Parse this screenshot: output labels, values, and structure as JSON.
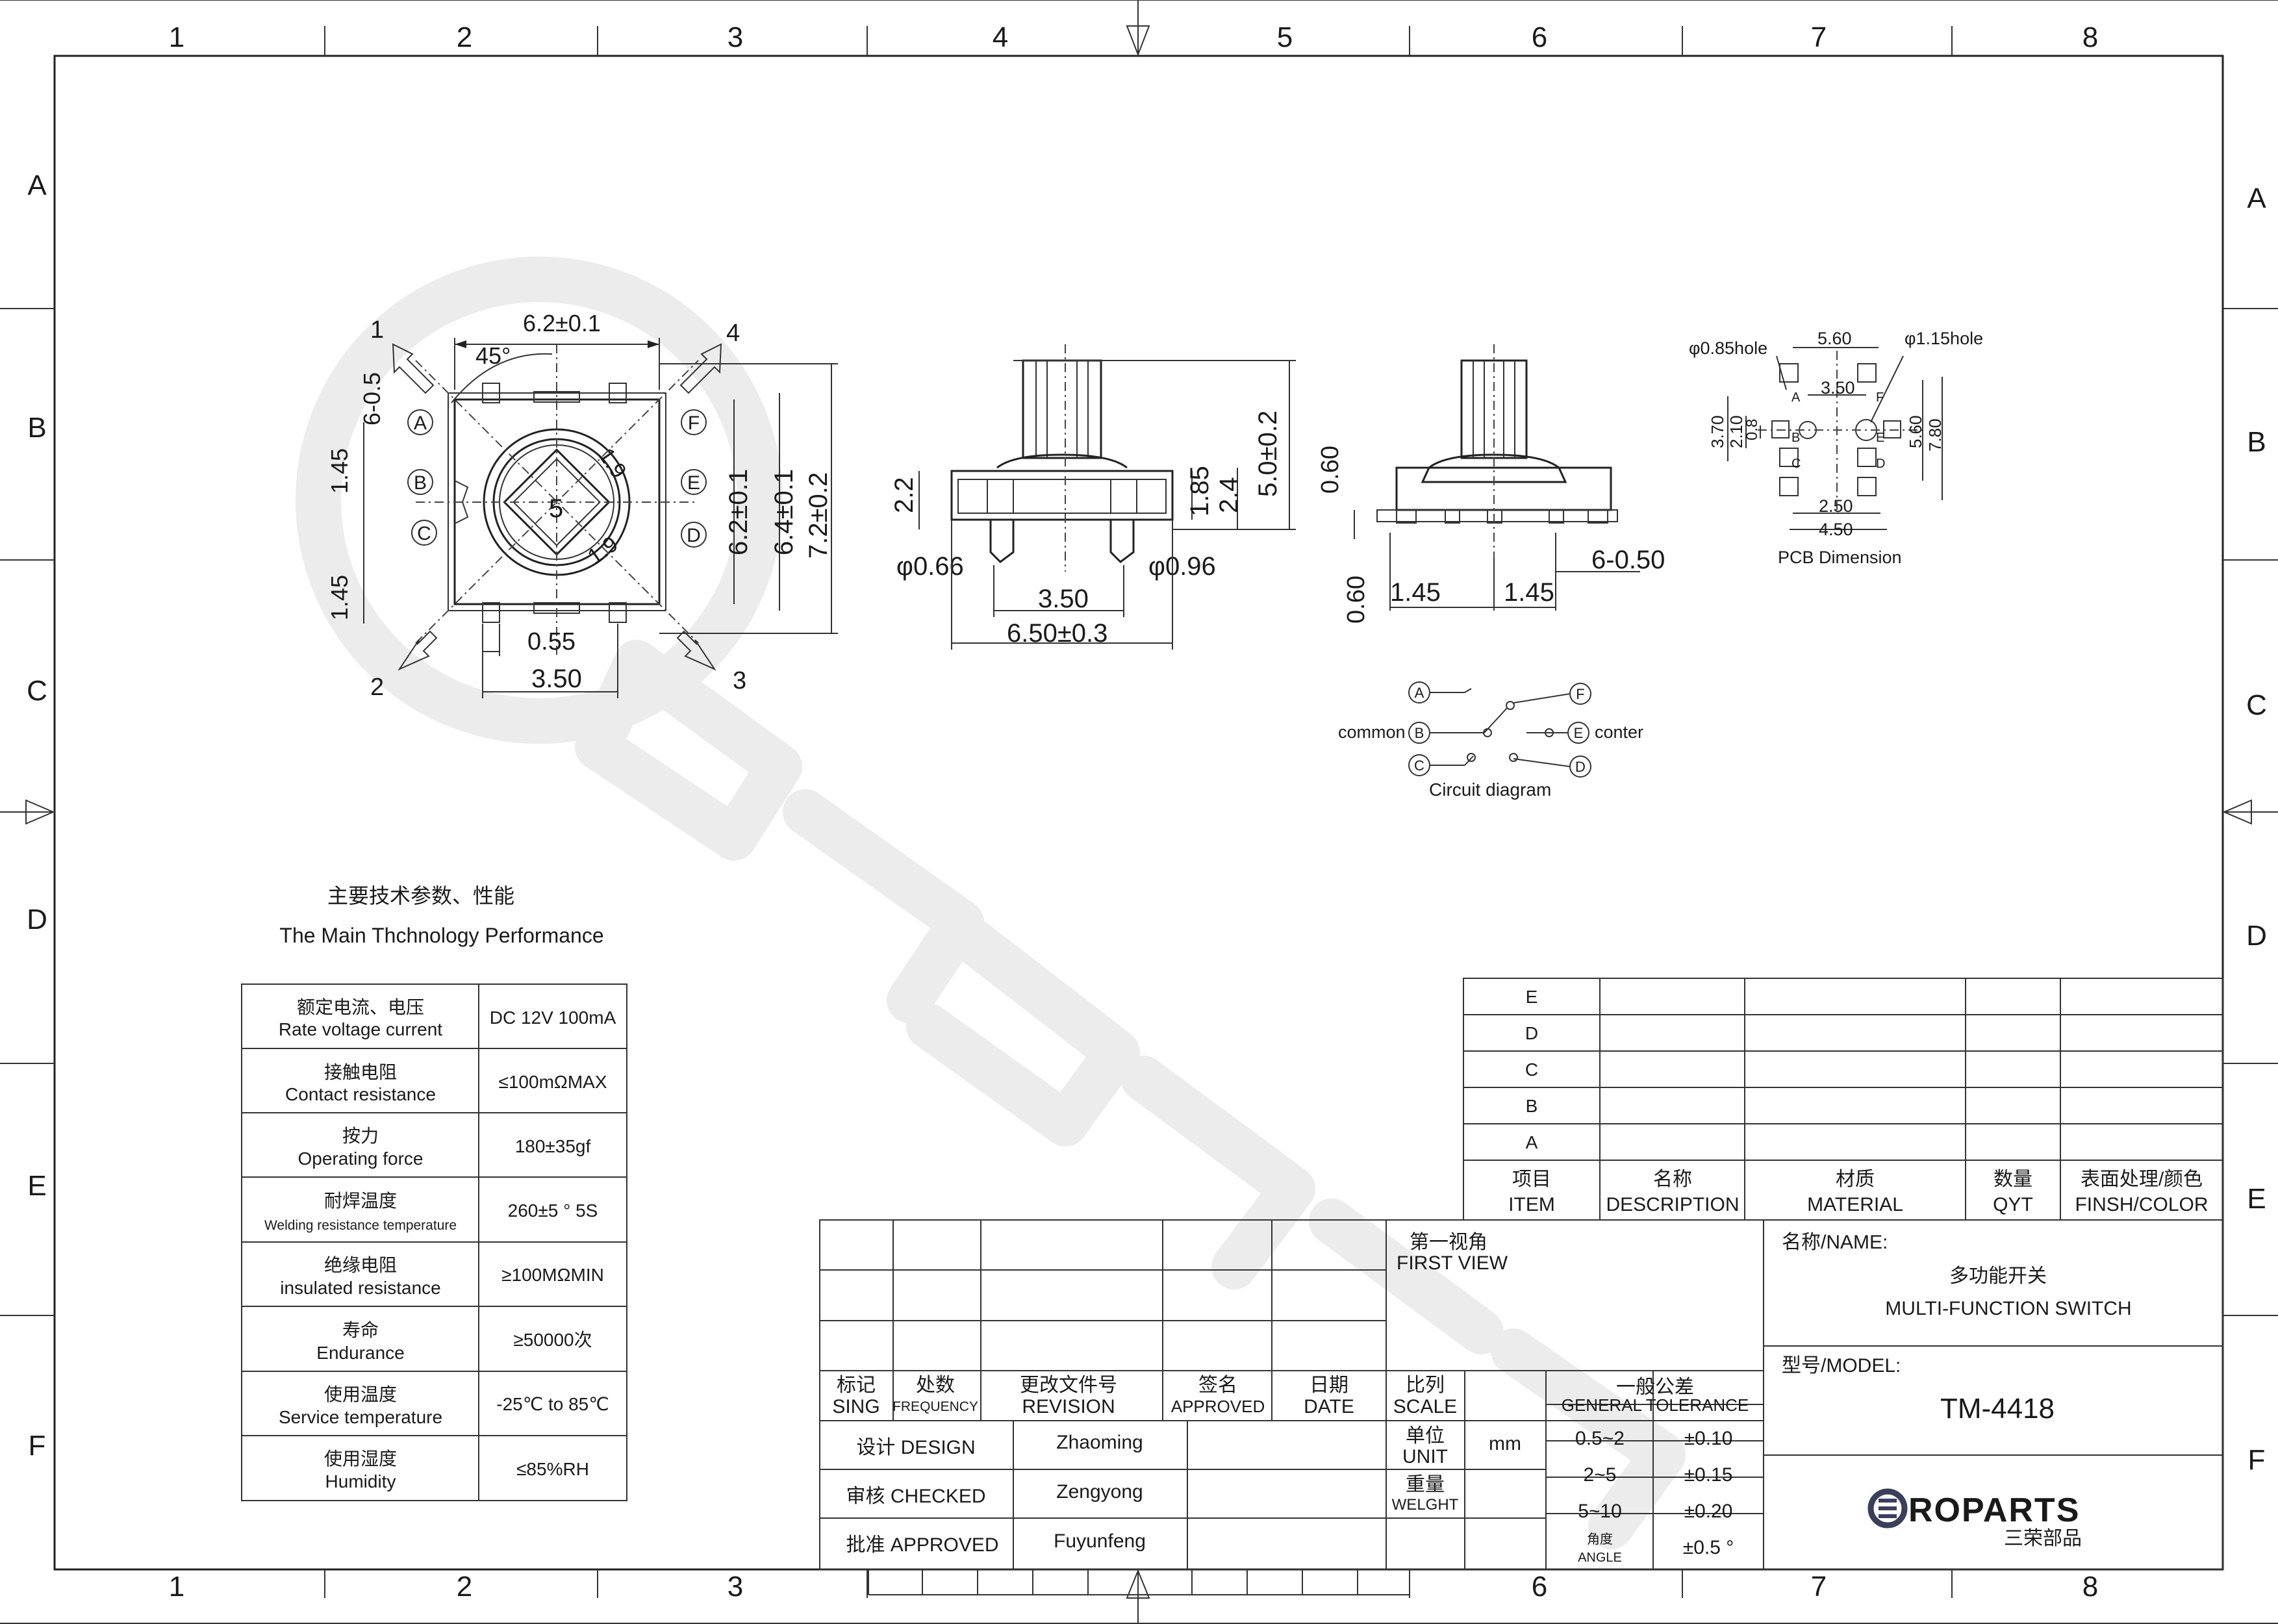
{
  "frame": {
    "col_labels": [
      "1",
      "2",
      "3",
      "4",
      "5",
      "6",
      "7",
      "8"
    ],
    "row_labels": [
      "A",
      "B",
      "C",
      "D",
      "E",
      "F"
    ]
  },
  "top_view": {
    "width_dim": "6.2±0.1",
    "angle": "45°",
    "height_a": "6-0.5",
    "h1": "1.45",
    "h2": "1.45",
    "diag1": "1.9",
    "diag2": "1.9",
    "center_label": "5",
    "right_dims": [
      "6.2±0.1",
      "6.4±0.1",
      "7.2±0.2"
    ],
    "bottom_dims": [
      "0.55",
      "3.50"
    ],
    "corner_labels": [
      "1",
      "2",
      "3",
      "4"
    ],
    "pin_labels": [
      "A",
      "B",
      "C",
      "D",
      "E",
      "F"
    ]
  },
  "side_view_1": {
    "left_dim": "2.2",
    "right_dims": [
      "1.85",
      "2.4",
      "5.0±0.2"
    ],
    "phi_left": "φ0.66",
    "phi_right": "φ0.96",
    "bottom_dims": [
      "3.50",
      "6.50±0.3"
    ]
  },
  "side_view_2": {
    "top_dim": "0.60",
    "bottom_dim": "0.60",
    "dims": [
      "1.45",
      "1.45",
      "6-0.50"
    ]
  },
  "pcb": {
    "hole_left": "φ0.85hole",
    "hole_right": "φ1.15hole",
    "top_dims": [
      "5.60",
      "3.50"
    ],
    "left_dims": [
      "3.70",
      "2.10",
      "0.8"
    ],
    "right_dims": [
      "5.60",
      "7.80"
    ],
    "bottom_dims": [
      "2.50",
      "4.50"
    ],
    "pins": [
      "A",
      "B",
      "C",
      "F",
      "E",
      "D"
    ],
    "caption": "PCB Dimension"
  },
  "circuit": {
    "common": "common",
    "conter": "conter",
    "caption": "Circuit diagram",
    "nodes": [
      "A",
      "B",
      "C",
      "F",
      "E",
      "D"
    ]
  },
  "specs": {
    "title_cn": "主要技术参数、性能",
    "title_en": "The Main Thchnology Performance",
    "rows": [
      {
        "cn": "额定电流、电压",
        "en": "Rate voltage current",
        "val": "DC 12V 100mA"
      },
      {
        "cn": "接触电阻",
        "en": "Contact resistance",
        "val": "≤100mΩMAX"
      },
      {
        "cn": "按力",
        "en": "Operating  force",
        "val": "180±35gf"
      },
      {
        "cn": "耐焊温度",
        "en": "Welding resistance temperature",
        "val": "260±5 ° 5S"
      },
      {
        "cn": "绝缘电阻",
        "en": "insulated resistance",
        "val": "≥100MΩMIN"
      },
      {
        "cn": "寿命",
        "en": "Endurance",
        "val": "≥50000次"
      },
      {
        "cn": "使用温度",
        "en": "Service temperature",
        "val": "-25℃ to 85℃"
      },
      {
        "cn": "使用湿度",
        "en": "Humidity",
        "val": "≤85%RH"
      }
    ]
  },
  "bom": {
    "rows": [
      "E",
      "D",
      "C",
      "B",
      "A"
    ],
    "headers": [
      {
        "cn": "项目",
        "en": "ITEM"
      },
      {
        "cn": "名称",
        "en": "DESCRIPTION"
      },
      {
        "cn": "材质",
        "en": "MATERIAL"
      },
      {
        "cn": "数量",
        "en": "QYT"
      },
      {
        "cn": "表面处理/颜色",
        "en": "FINSH/COLOR"
      }
    ]
  },
  "title_block": {
    "first_view_cn": "第一视角",
    "first_view_en": "FIRST VIEW",
    "name_label": "名称/NAME:",
    "name_cn": "多功能开关",
    "name_en": "MULTI-FUNCTION SWITCH",
    "model_label": "型号/MODEL:",
    "model": "TM-4418",
    "rev_headers": [
      {
        "cn": "标记",
        "en": "SING"
      },
      {
        "cn": "处数",
        "en": "FREQUENCY"
      },
      {
        "cn": "更改文件号",
        "en": "REVISION"
      },
      {
        "cn": "签名",
        "en": "APPROVED"
      },
      {
        "cn": "日期",
        "en": "DATE"
      }
    ],
    "scale_cn": "比列",
    "scale_en": "SCALE",
    "tol_cn": "一般公差",
    "tol_en": "GENERAL TOLERANCE",
    "unit_cn": "单位",
    "unit_en": "UNIT",
    "unit_val": "mm",
    "weight_cn": "重量",
    "weight_en": "WELGHT",
    "design_label": "设计 DESIGN",
    "design_name": "Zhaoming",
    "checked_label": "审核 CHECKED",
    "checked_name": "Zengyong",
    "approved_label": "批准 APPROVED",
    "approved_name": "Fuyunfeng",
    "tolerances": [
      {
        "range": "0.5~2",
        "tol": "±0.10"
      },
      {
        "range": "2~5",
        "tol": "±0.15"
      },
      {
        "range": "5~10",
        "tol": "±0.20"
      },
      {
        "range_cn": "角度",
        "range_en": "ANGLE",
        "tol": "±0.5 °"
      }
    ],
    "logo_text": "ROPARTS",
    "logo_cn": "三荣部品"
  }
}
